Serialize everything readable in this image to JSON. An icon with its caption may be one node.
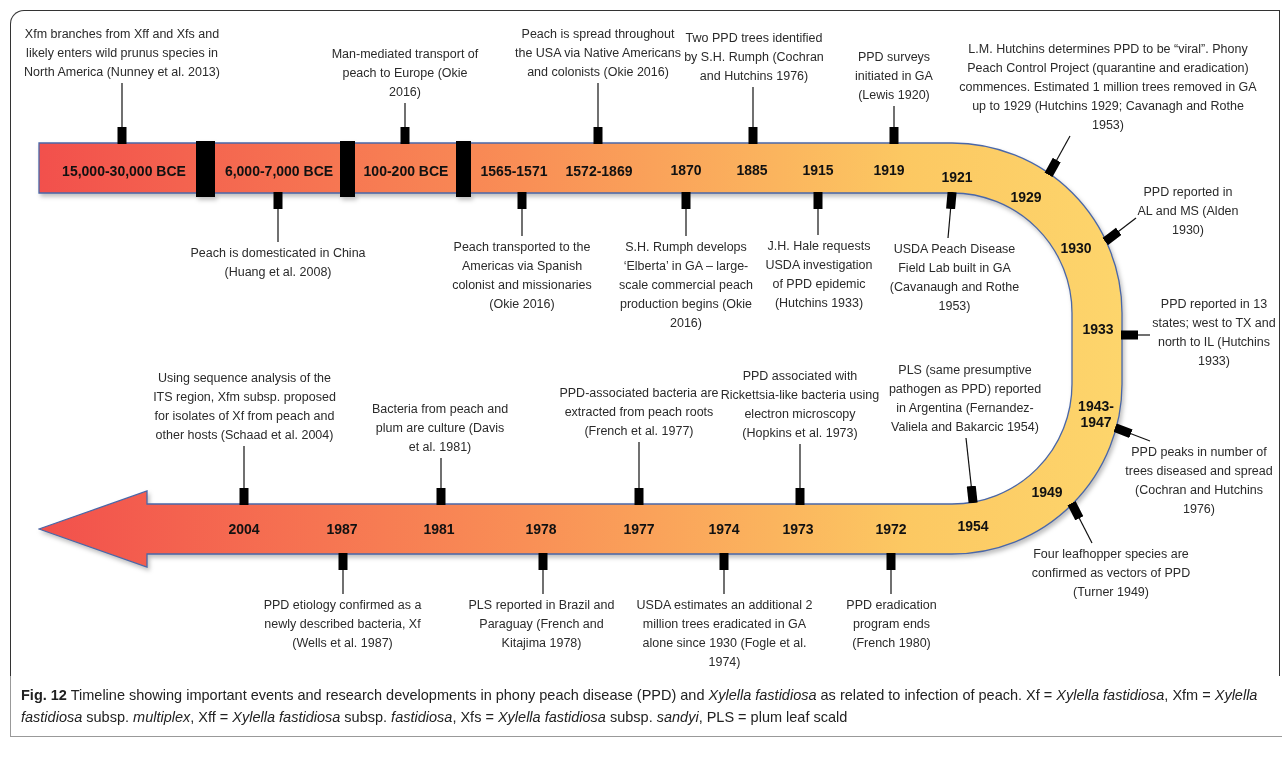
{
  "diagram": {
    "caption": "**Fig. 12** Timeline showing important events and research developments in phony peach disease (PPD) and *Xylella fastidiosa* as related to infection of peach. Xf = *Xylella fastidiosa*, Xfm = *Xylella fastidiosa* subsp. *multiplex*, Xff = *Xylella fastidiosa* subsp. *fastidiosa*, Xfs = *Xylella fastidiosa* subsp. *sandyi*, PLS = plum leaf scald",
    "nodes": [
      {
        "text": [
          "15,000-30,000 BCE",
          "6,000-7,000 BCE",
          "100-200 BCE",
          "1565-1571",
          "1572-1869",
          "1870",
          "1885",
          "1915",
          "1919",
          "1921",
          "1929",
          "1930",
          "1933",
          "1943-1947",
          "1949",
          "1954",
          "1972",
          "1973",
          "1974",
          "1977",
          "1978",
          "1981",
          "1987",
          "2004"
        ]
      },
      {
        "text": [
          "Xfm branches from Xff and Xfs and likely enters wild prunus species in North America (Nunney et al. 2013)"
        ]
      },
      {
        "text": [
          "Man-mediated transport of peach to Europe (Okie 2016)"
        ]
      },
      {
        "text": [
          "Peach is spread throughout the USA via Native Americans and colonists (Okie 2016)"
        ]
      },
      {
        "text": [
          "Two PPD trees identified by S.H. Rumph (Cochran and Hutchins 1976)"
        ]
      },
      {
        "text": [
          "PPD surveys initiated in GA (Lewis 1920)"
        ]
      },
      {
        "text": [
          "L.M. Hutchins determines PPD to be “viral”. Phony Peach Control Project (quarantine and eradication) commences. Estimated 1 million trees removed in GA up to 1929 (Hutchins 1929; Cavanagh and Rothe 1953)"
        ]
      },
      {
        "text": [
          "Peach is domesticated in China (Huang et al. 2008)"
        ]
      },
      {
        "text": [
          "Peach transported to the Americas via Spanish colonist and missionaries (Okie 2016)"
        ]
      },
      {
        "text": [
          "S.H. Rumph develops ‘Elberta’ in GA – large-scale commercial peach production begins (Okie 2016)"
        ]
      },
      {
        "text": [
          "J.H. Hale requests USDA investigation of PPD epidemic (Hutchins 1933)"
        ]
      },
      {
        "text": [
          "USDA Peach Disease Field Lab built in GA (Cavanaugh and Rothe 1953)"
        ]
      },
      {
        "text": [
          "PPD reported in AL and MS (Alden 1930)"
        ]
      },
      {
        "text": [
          "PPD reported in 13 states; west to TX and north to IL (Hutchins 1933)"
        ]
      },
      {
        "text": [
          "PPD peaks in number of trees diseased and spread (Cochran and Hutchins 1976)"
        ]
      },
      {
        "text": [
          "Four leafhopper species are confirmed as vectors of PPD (Turner 1949)"
        ]
      },
      {
        "text": [
          "Using sequence analysis of the ITS region, Xfm subsp. proposed for isolates of Xf from peach and other hosts (Schaad et al. 2004)"
        ]
      },
      {
        "text": [
          "Bacteria from peach and plum are culture (Davis et al. 1981)"
        ]
      },
      {
        "text": [
          "PPD-associated bacteria are extracted from peach roots (French et al. 1977)"
        ]
      },
      {
        "text": [
          "PPD associated with Rickettsia-like bacteria using electron microscopy (Hopkins et al. 1973)"
        ]
      },
      {
        "text": [
          "PLS (same presumptive pathogen as PPD) reported in Argentina (Fernandez-Valiela and Bakarcic 1954)"
        ]
      },
      {
        "text": [
          "PPD etiology confirmed as a newly described bacteria, Xf (Wells et al. 1987)"
        ]
      },
      {
        "text": [
          "PLS reported in Brazil and Paraguay (French and Kitajima 1978)"
        ]
      },
      {
        "text": [
          "USDA estimates an additional 2 million trees eradicated in GA alone since 1930 (Fogle et al. 1974)"
        ]
      },
      {
        "text": [
          "PPD eradication program ends (French 1980)"
        ]
      }
    ],
    "edges": [
      {
        "from": 1,
        "to": 0,
        "arrow": "other"
      },
      {
        "from": 2,
        "to": 0,
        "arrow": "other"
      },
      {
        "from": 3,
        "to": 0,
        "arrow": "other"
      },
      {
        "from": 4,
        "to": 0,
        "arrow": "other"
      },
      {
        "from": 5,
        "to": 0,
        "arrow": "other"
      },
      {
        "from": 6,
        "to": 0,
        "arrow": "other"
      },
      {
        "from": 7,
        "to": 0,
        "arrow": "other"
      },
      {
        "from": 8,
        "to": 0,
        "arrow": "other"
      },
      {
        "from": 9,
        "to": 0,
        "arrow": "other"
      },
      {
        "from": 10,
        "to": 0,
        "arrow": "other"
      },
      {
        "from": 11,
        "to": 0,
        "arrow": "other"
      },
      {
        "from": 12,
        "to": 0,
        "arrow": "other"
      },
      {
        "from": 13,
        "to": 0,
        "arrow": "other"
      },
      {
        "from": 14,
        "to": 0,
        "arrow": "other"
      },
      {
        "from": 15,
        "to": 0,
        "arrow": "other"
      },
      {
        "from": 16,
        "to": 0,
        "arrow": "other"
      },
      {
        "from": 17,
        "to": 0,
        "arrow": "other"
      },
      {
        "from": 18,
        "to": 0,
        "arrow": "other"
      },
      {
        "from": 19,
        "to": 0,
        "arrow": "other"
      },
      {
        "from": 20,
        "to": 0,
        "arrow": "other"
      },
      {
        "from": 21,
        "to": 0,
        "arrow": "other"
      },
      {
        "from": 22,
        "to": 0,
        "arrow": "other"
      },
      {
        "from": 23,
        "to": 0,
        "arrow": "other"
      },
      {
        "from": 24,
        "to": 0,
        "arrow": "other"
      }
    ]
  }
}
